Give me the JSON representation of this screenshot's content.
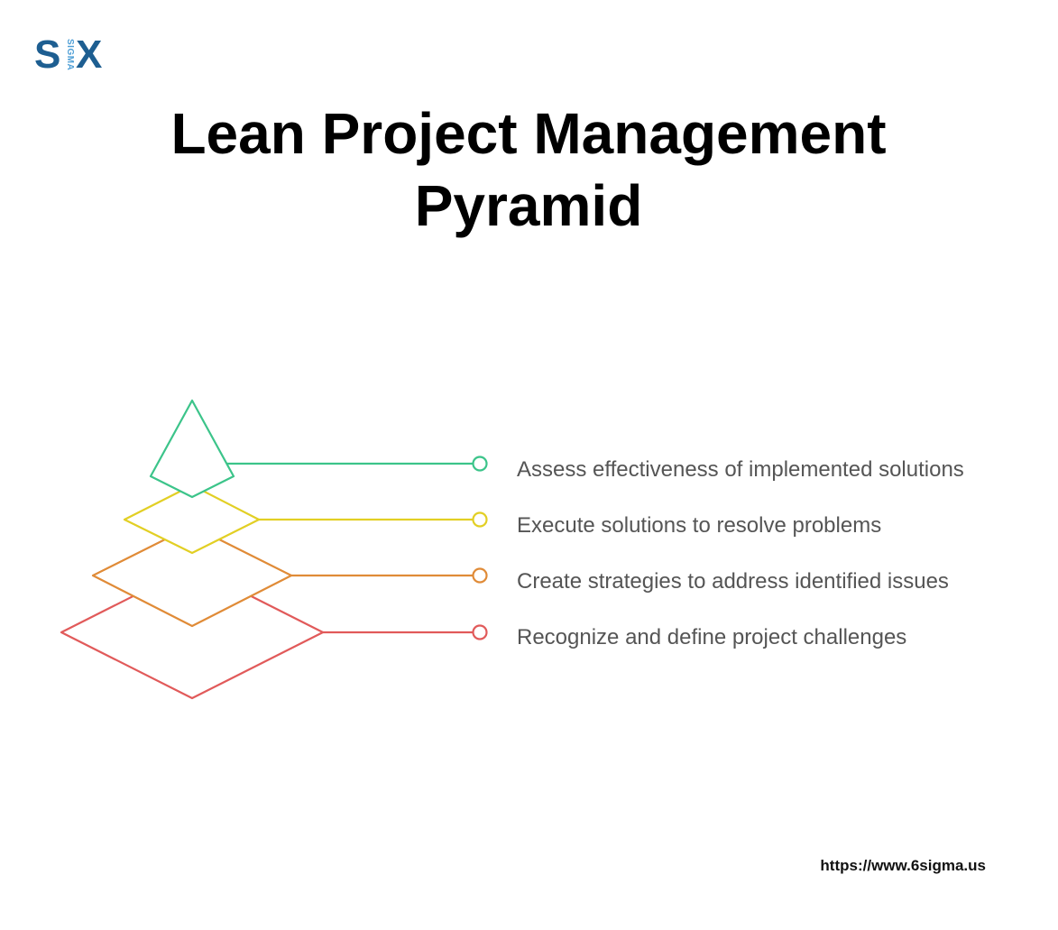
{
  "logo": {
    "letter_s": "S",
    "sigma_text": "SIGMA",
    "letter_x": "X",
    "colors": {
      "dark": "#1d5e91",
      "light": "#4f9fd6"
    }
  },
  "title": {
    "line1": "Lean Project Management",
    "line2": "Pyramid"
  },
  "pyramid": {
    "levels": [
      {
        "label": "Assess effectiveness of implemented solutions",
        "color": "#3cc48a"
      },
      {
        "label": "Execute solutions to resolve problems",
        "color": "#e2cf24"
      },
      {
        "label": "Create strategies to address identified issues",
        "color": "#e08b37"
      },
      {
        "label": "Recognize and define project challenges",
        "color": "#e15a5a"
      }
    ]
  },
  "footer": {
    "url": "https://www.6sigma.us"
  }
}
